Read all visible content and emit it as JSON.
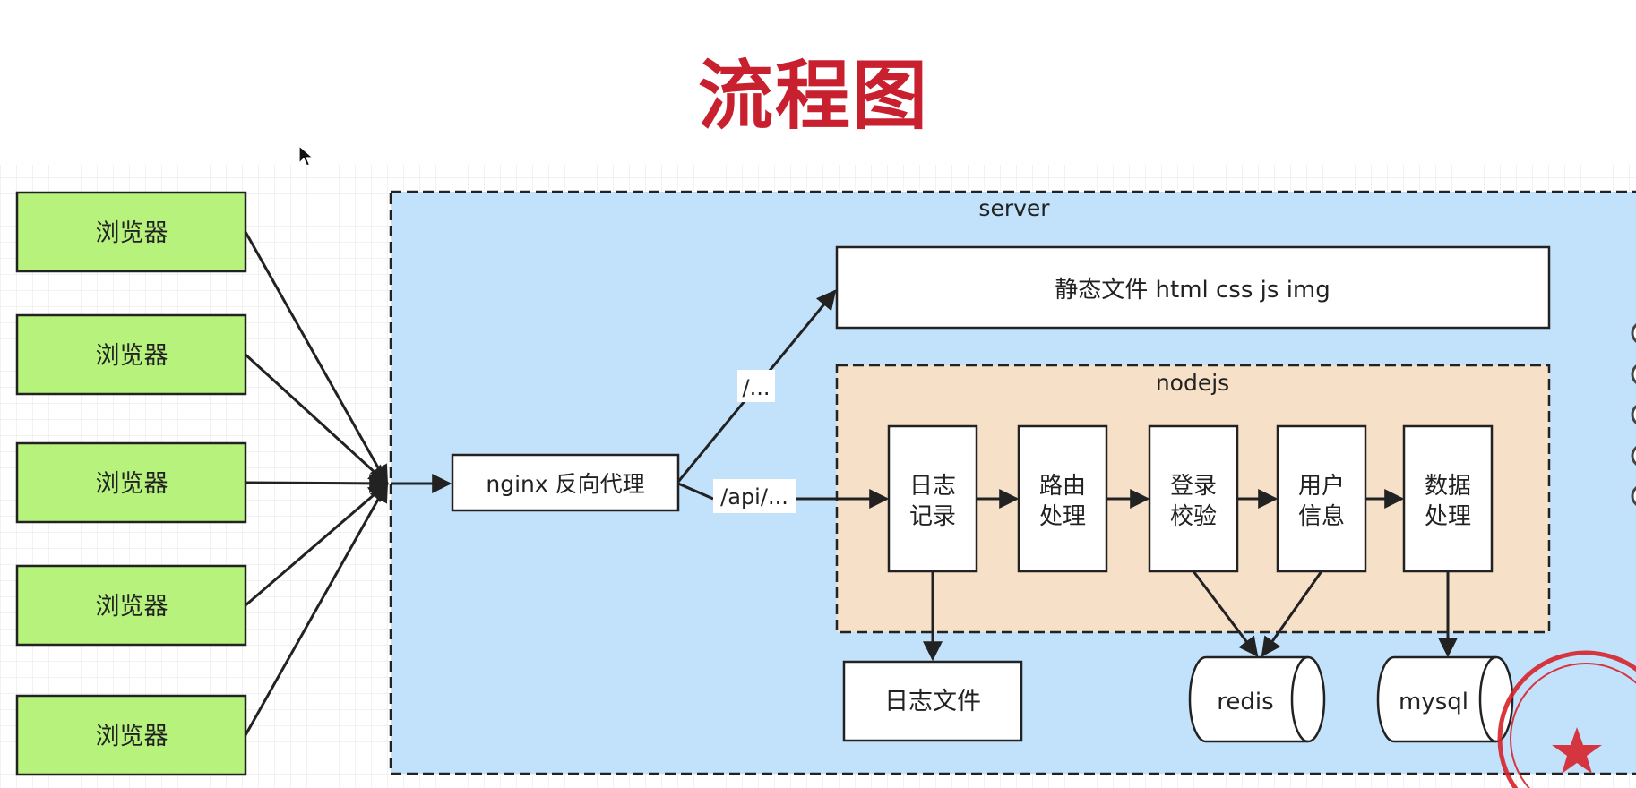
{
  "title": "流程图",
  "server": {
    "label": "server"
  },
  "browsers": [
    "浏览器",
    "浏览器",
    "浏览器",
    "浏览器",
    "浏览器"
  ],
  "nginx": {
    "label": "nginx 反向代理"
  },
  "static_files": {
    "label": "静态文件 html css js img"
  },
  "route_static": "/...",
  "route_api": "/api/...",
  "nodejs": {
    "label": "nodejs",
    "steps": [
      {
        "line1": "日志",
        "line2": "记录"
      },
      {
        "line1": "路由",
        "line2": "处理"
      },
      {
        "line1": "登录",
        "line2": "校验"
      },
      {
        "line1": "用户",
        "line2": "信息"
      },
      {
        "line1": "数据",
        "line2": "处理"
      }
    ]
  },
  "log_file": {
    "label": "日志文件"
  },
  "redis": {
    "label": "redis"
  },
  "mysql": {
    "label": "mysql"
  },
  "colors": {
    "title": "#c8202e",
    "browser_fill": "#b7f27d",
    "server_fill": "#c2e2fb",
    "nodejs_fill": "#f6e0c8",
    "box_fill": "#ffffff",
    "stroke": "#222222",
    "stamp": "#d8232a"
  }
}
